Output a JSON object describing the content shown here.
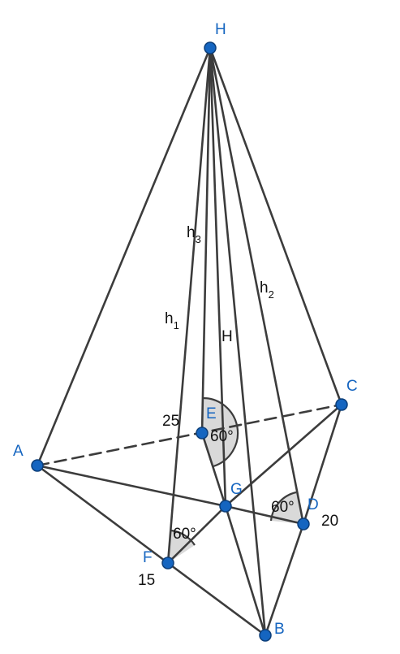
{
  "vertices": {
    "H": "H",
    "A": "A",
    "B": "B",
    "C": "C",
    "D": "D",
    "E": "E",
    "F": "F",
    "G": "G"
  },
  "heights": {
    "h1": {
      "base": "h",
      "sub": "1"
    },
    "h2": {
      "base": "h",
      "sub": "2"
    },
    "h3": {
      "base": "h",
      "sub": "3"
    },
    "H": "H"
  },
  "segments": {
    "GE": "25",
    "GD": "20",
    "GF": "15"
  },
  "angles": {
    "at_E": "60°",
    "at_D": "60°",
    "at_F": "60°"
  },
  "colors": {
    "vertex": "#1565c0",
    "edge": "#3c3c3c",
    "angle_fill": "#d9d9d9"
  }
}
